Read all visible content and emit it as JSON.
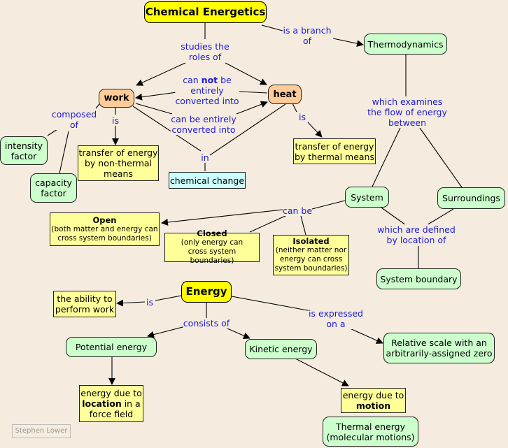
{
  "nodes": {
    "chemical_energetics": "Chemical Energetics",
    "thermodynamics": "Thermodynamics",
    "work": "work",
    "heat": "heat",
    "intensity_factor_1": "intensity",
    "intensity_factor_2": "factor",
    "capacity_factor_1": "capacity",
    "capacity_factor_2": "factor",
    "work_def_1": "transfer of energy",
    "work_def_2": "by non-thermal",
    "work_def_3": "means",
    "heat_def_1": "transfer of energy",
    "heat_def_2": "by thermal means",
    "chemical_change": "chemical change",
    "system": "System",
    "surroundings": "Surroundings",
    "open_title": "Open",
    "open_1": "(both matter and energy can",
    "open_2": "cross system boundaries)",
    "closed_title": "Closed",
    "closed_1": "(only energy can",
    "closed_2": "cross system boundaries)",
    "isolated_title": "Isolated",
    "isolated_1": "(neither matter nor",
    "isolated_2": "energy can cross",
    "isolated_3": "system boundaries)",
    "system_boundary": "System boundary",
    "energy": "Energy",
    "ability_1": "the ability to",
    "ability_2": "perform work",
    "potential_energy": "Potential energy",
    "kinetic_energy": "Kinetic energy",
    "relative_1": "Relative scale with an",
    "relative_2": "arbitrarily-assigned zero",
    "pe_def_1": "energy due to",
    "pe_def_bold": "location",
    "pe_def_2": " in a",
    "pe_def_3": "force field",
    "ke_def_1": "energy due to",
    "ke_def_bold": "motion",
    "thermal_1": "Thermal energy",
    "thermal_2": "(molecular motions)"
  },
  "links": {
    "studies_1": "studies the",
    "studies_2": "roles of",
    "branch_1": "is a branch",
    "branch_2": "of",
    "cannot_1": "can ",
    "cannot_bold": "not",
    "cannot_2": " be",
    "cannot_3": "entirely",
    "cannot_4": "converted into",
    "can_1": "can be entirely",
    "can_2": "converted into",
    "composed_1": "composed",
    "composed_2": "of",
    "is_work": "is",
    "is_heat": "is",
    "in": "in",
    "examines_1": "which examines",
    "examines_2": "the flow of energy",
    "examines_3": "between",
    "can_be": "can be",
    "defined_1": "which are defined",
    "defined_2": "by location of",
    "is_energy": "is",
    "consists_of": "consists of",
    "expressed_1": "is expressed",
    "expressed_2": "on a"
  },
  "credit": "Stephen Lower"
}
